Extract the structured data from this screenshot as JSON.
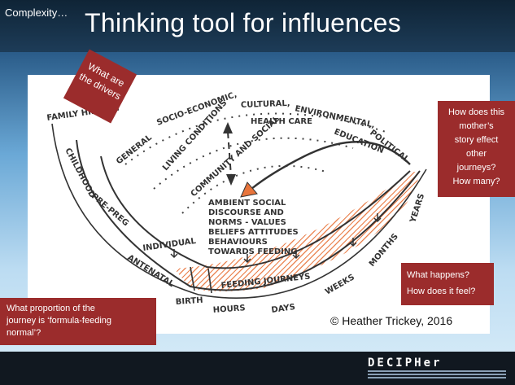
{
  "header": {
    "kicker": "Complexity…",
    "title": "Thinking tool for influences"
  },
  "diagram": {
    "outer_ring": [
      "GENERAL",
      "SOCIO-ECONOMIC,",
      "CULTURAL,",
      "ENVIRONMENTAL,",
      "POLITICAL"
    ],
    "labels": {
      "family_history": "FAMILY HISTORY",
      "childhood": "CHILDHOOD",
      "pre_preg": "PRE-PREG",
      "antenatal": "ANTENATAL",
      "individual": "INDIVIDUAL",
      "living_conditions": "LIVING CONDITIONS",
      "health_care": "HEALTH CARE",
      "education": "EDUCATION",
      "community_social": "COMMUNITY AND SOCIAL",
      "core_lines": [
        "AMBIENT SOCIAL",
        "DISCOURSE AND",
        "NORMS - VALUES",
        "BELIEFS ATTITUDES",
        "BEHAVIOURS",
        "TOWARDS FEEDING"
      ],
      "feeding_journeys": "FEEDING JOURNEYS",
      "timeline": [
        "BIRTH",
        "HOURS",
        "DAYS",
        "WEEKS",
        "MONTHS",
        "YEARS"
      ]
    }
  },
  "callouts": {
    "drivers": "What are the drivers",
    "journeys_lines": [
      "How does this",
      "mother’s",
      "story effect",
      "other",
      "journeys?",
      "How many?"
    ],
    "happens_lines": [
      "What happens?",
      "How does it feel?"
    ],
    "proportion_lines": [
      "What proportion of the",
      "journey is ‘formula-feeding",
      "normal’?"
    ]
  },
  "footer": {
    "copyright": "© Heather Trickey, 2016",
    "logo": "DECIPHer"
  },
  "colors": {
    "callout": "#9b2c2c",
    "hatch": "#e8743b",
    "ink": "#333333"
  }
}
